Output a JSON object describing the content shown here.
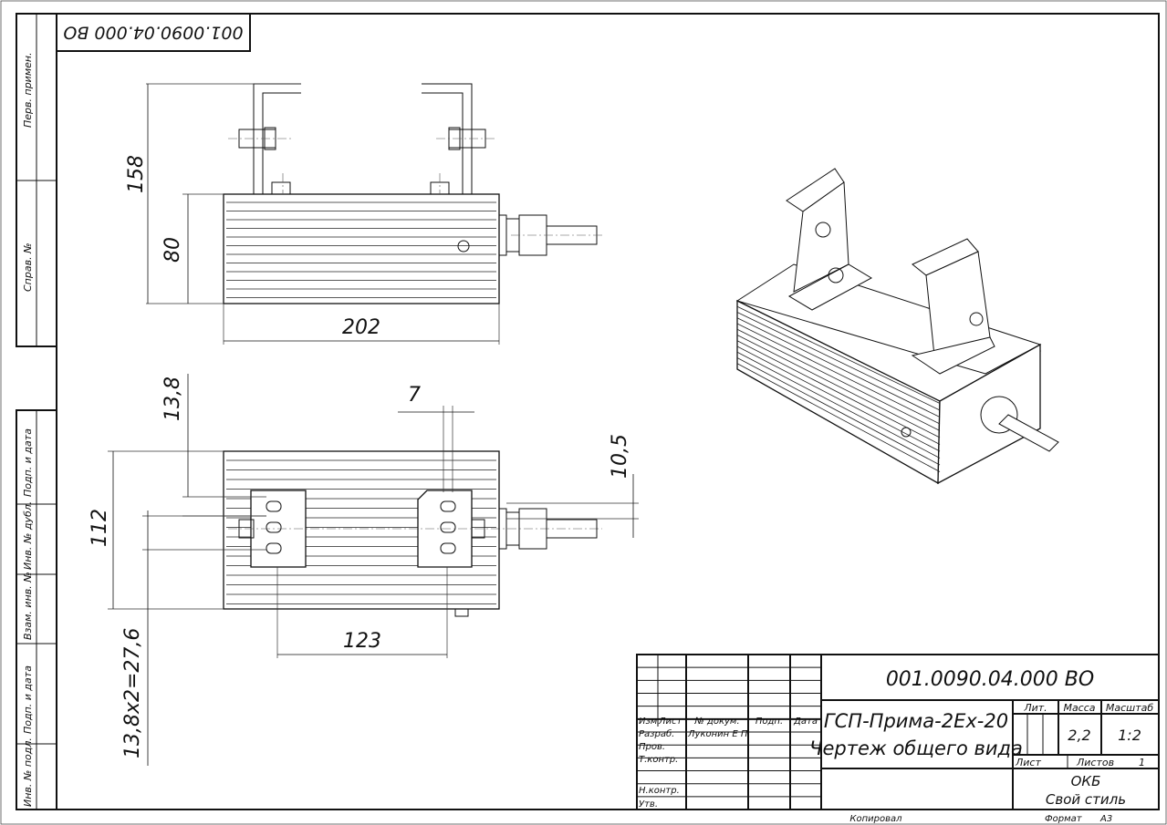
{
  "code_box": "001.0090.04.000 ВО",
  "left_strip": {
    "perv_primen": "Перв. примен.",
    "sprav_no": "Справ. №",
    "podp_data_1": "Подп. и дата",
    "inv_dubl": "Инв. № дубл.",
    "vzam_inv": "Взам. инв. №",
    "podp_data_2": "Подп. и дата",
    "inv_podl": "Инв. № подл."
  },
  "dimensions": {
    "top_view": {
      "height_total": "158",
      "height_body": "80",
      "length": "202"
    },
    "bottom_view": {
      "offset_top": "13,8",
      "slot": "7",
      "offset_right": "10,5",
      "width": "112",
      "bracket_spacing": "123",
      "hole_pitch": "13,8x2=27,6"
    }
  },
  "title_block": {
    "designation": "001.0090.04.000 ВО",
    "name_line1": "ГСП-Прима-2Ex-20",
    "name_line2": "Чертеж общего вида",
    "headers": {
      "izm": "Изм",
      "list": "Лист",
      "doc_no": "№ докум.",
      "podp": "Подп.",
      "data": "Дата"
    },
    "roles": {
      "razrab": "Разраб.",
      "prov": "Пров.",
      "tkontr": "Т.контр.",
      "nkontr": "Н.контр.",
      "utv": "Утв."
    },
    "developer": "Луконин Е П",
    "lit_label": "Лит.",
    "massa_label": "Масса",
    "masshtab_label": "Масштаб",
    "massa": "2,2",
    "masshtab": "1:2",
    "list_label": "Лист",
    "listov_label": "Листов",
    "listov": "1",
    "org_line1": "ОКБ",
    "org_line2": "Свой стиль",
    "kopiroval": "Копировал",
    "format_label": "Формат",
    "format": "А3"
  }
}
